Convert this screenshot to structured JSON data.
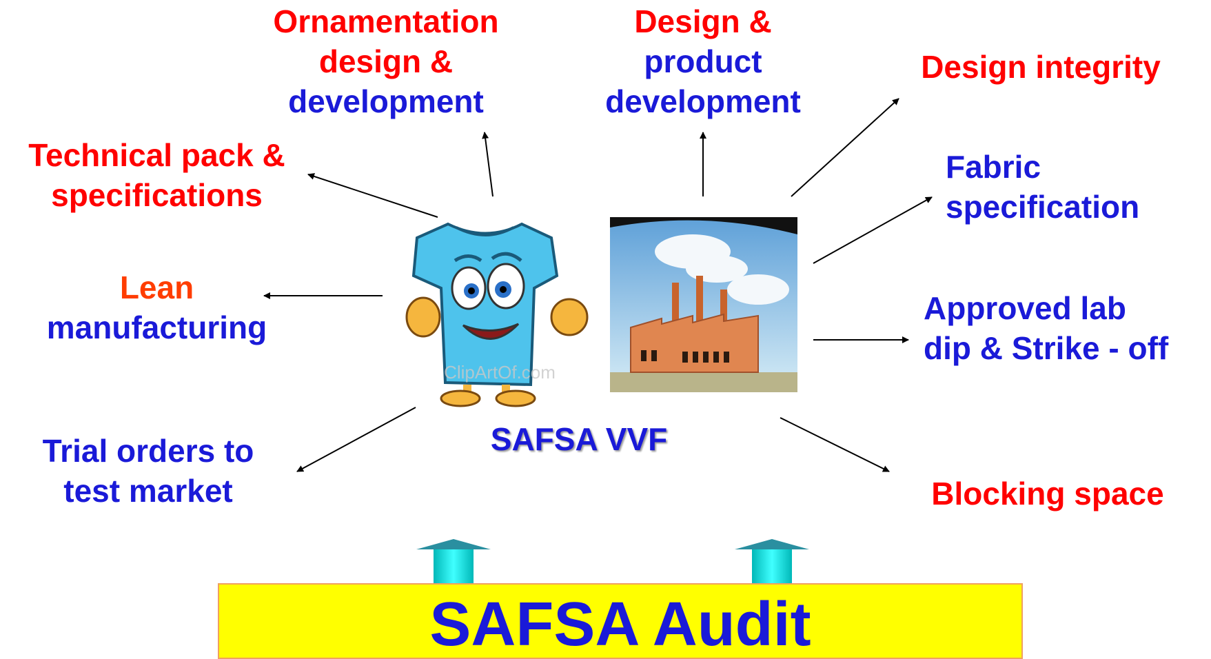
{
  "labels": {
    "ornamentation": {
      "line1": "Ornamentation",
      "line2": "design &",
      "line3": "development"
    },
    "design_product": {
      "line1": "Design &",
      "line2": "product",
      "line3": "development"
    },
    "design_integrity": {
      "line1": "Design integrity"
    },
    "technical_pack": {
      "line1": "Technical pack &",
      "line2": "specifications"
    },
    "fabric_spec": {
      "line1": "Fabric",
      "line2": "specification"
    },
    "lean": {
      "line1": "Lean",
      "line2": "manufacturing"
    },
    "approved_lab": {
      "line1": "Approved lab",
      "line2": "dip & Strike - off"
    },
    "trial_orders": {
      "line1": "Trial orders to",
      "line2": "test market"
    },
    "blocking_space": {
      "line1": "Blocking space"
    }
  },
  "center_title": "SAFSA VVF",
  "audit_label": "SAFSA Audit",
  "images": {
    "mascot": {
      "icon": "tshirt-mascot-icon",
      "watermark": "ClipArtOf.com"
    },
    "factory": {
      "icon": "factory-icon"
    }
  },
  "colors": {
    "red": "#ff0000",
    "blue": "#1a1ad8",
    "orange": "#ff3d00",
    "audit_bg": "#ffff00",
    "upward_arrow": "#00d8d8"
  }
}
